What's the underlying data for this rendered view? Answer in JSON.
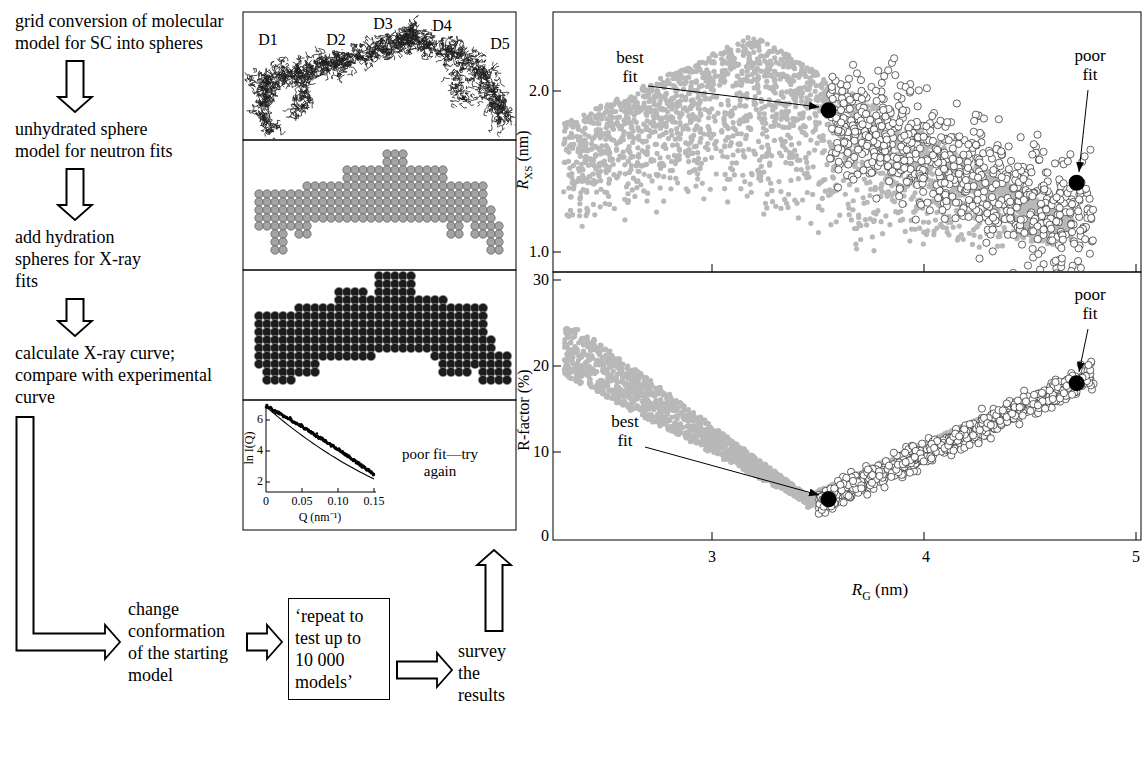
{
  "diagram": {
    "nodes": [
      {
        "text": [
          "grid conversion of molecular model for SC into spheres"
        ]
      },
      {
        "text": [
          "unhydrated sphere model for neutron fits"
        ]
      },
      {
        "text": [
          "add hydration spheres for X-ray fits"
        ]
      },
      {
        "text": [
          "calculate X-ray curve; compare with experimental curve"
        ]
      },
      {
        "text": [
          "change conformation of the starting model"
        ]
      },
      {
        "text": [
          "‘repeat to test up to 10 000 models’"
        ]
      },
      {
        "text": [
          "survey the results"
        ]
      }
    ],
    "edges": [
      {
        "from": 0,
        "to": 1,
        "arrow": "to"
      },
      {
        "from": 1,
        "to": 2,
        "arrow": "to"
      },
      {
        "from": 2,
        "to": 3,
        "arrow": "to"
      },
      {
        "from": 3,
        "to": 4,
        "arrow": "to"
      },
      {
        "from": 4,
        "to": 5,
        "arrow": "to"
      },
      {
        "from": 5,
        "to": 6,
        "arrow": "to"
      }
    ],
    "labels": [
      "D1",
      "D2",
      "D3",
      "D4",
      "D5",
      "ln I(Q)",
      "6",
      "4",
      "2",
      "0",
      "0.05",
      "0.10",
      "0.15",
      "Q (nm⁻¹)",
      "poor fit—try again",
      "best fit",
      "poor fit",
      "RXS (nm)",
      "2.0",
      "1.0",
      "30",
      "20",
      "10",
      "0",
      "poor fit",
      "best fit",
      "R-factor (%)",
      "3",
      "4",
      "5",
      "RG (nm)"
    ]
  }
}
